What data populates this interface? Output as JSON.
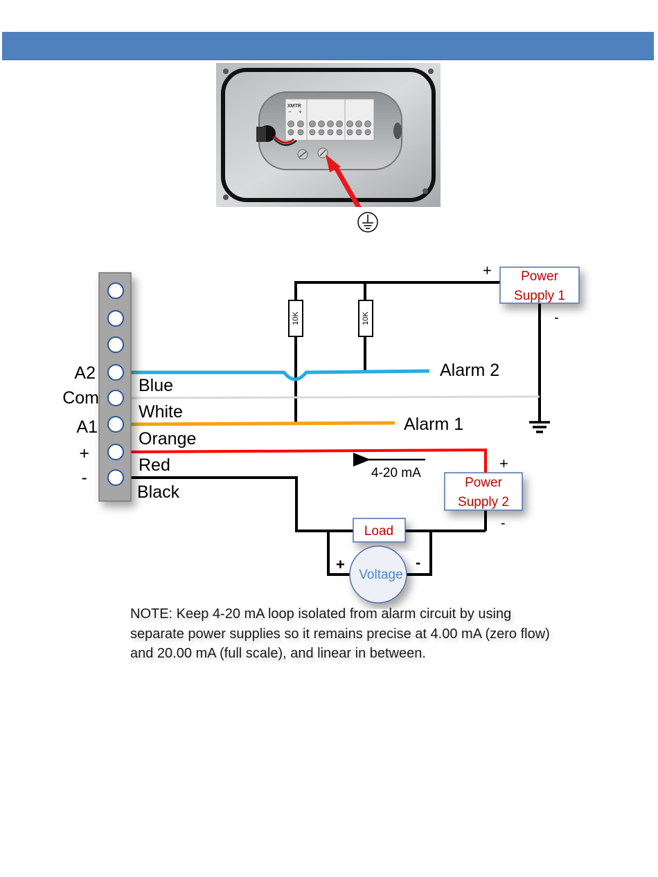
{
  "photo": {
    "terminal_label": "XMTR",
    "terminal_minus": "−",
    "terminal_plus": "+"
  },
  "ground_symbol_icon": "earth-ground-icon",
  "terminal_block": {
    "terminals": [
      {
        "label": "",
        "wire": ""
      },
      {
        "label": "",
        "wire": ""
      },
      {
        "label": "",
        "wire": ""
      },
      {
        "label": "A2",
        "wire": "Blue"
      },
      {
        "label": "Com",
        "wire": "White"
      },
      {
        "label": "A1",
        "wire": "Orange"
      },
      {
        "label": "+",
        "wire": "Red"
      },
      {
        "label": "-",
        "wire": "Black"
      }
    ]
  },
  "resistors": [
    "10K",
    "10K"
  ],
  "alarms": {
    "alarm2": "Alarm 2",
    "alarm1": "Alarm 1"
  },
  "power_supply_1": {
    "line1": "Power",
    "line2": "Supply 1",
    "plus": "+",
    "minus": "-"
  },
  "power_supply_2": {
    "line1": "Power",
    "line2": "Supply 2",
    "plus": "+",
    "minus": "-"
  },
  "current_label": "4-20 mA",
  "load_label": "Load",
  "voltage": {
    "label": "Voltage",
    "plus": "+",
    "minus": "-"
  },
  "note": "NOTE: Keep 4-20 mA loop isolated from alarm circuit by using separate power supplies so it remains precise at 4.00 mA (zero flow) and 20.00 mA (full scale), and linear in between.",
  "colors": {
    "header": "#4f81bd",
    "wire_blue": "#29abe2",
    "wire_white": "#d9d9d9",
    "wire_orange": "#f7a11a",
    "wire_red": "#ff0000",
    "wire_black": "#000000",
    "label_red": "#c00000",
    "box_border": "#4f6fa8"
  }
}
